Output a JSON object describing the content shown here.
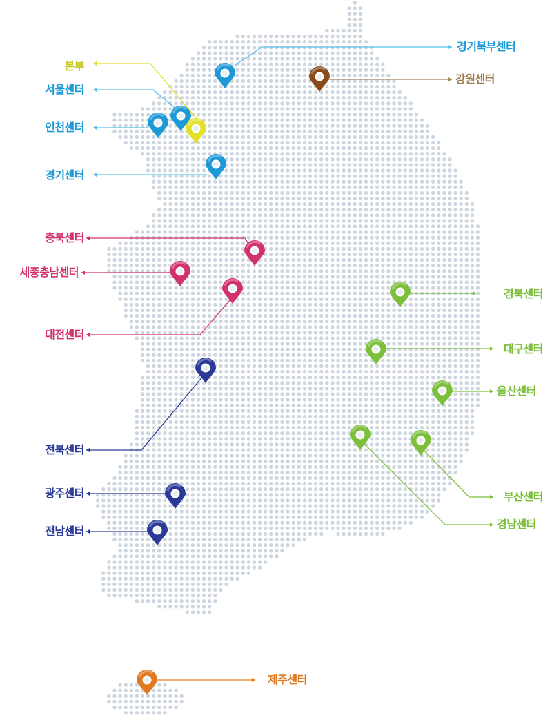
{
  "colors": {
    "dot": "#cdd6df",
    "blue": "#1d9ad6",
    "blue_line": "#5bc0eb",
    "yellow": "#e2e12a",
    "yellow_label": "#c8c51c",
    "brown": "#8b4a1c",
    "brown_label": "#9a7a4e",
    "magenta": "#d1316c",
    "navy": "#2a3a96",
    "green": "#7bbf3a",
    "orange": "#e07a20"
  },
  "centers": [
    {
      "name": "본부",
      "group": "yellow"
    },
    {
      "name": "서울센터",
      "group": "blue"
    },
    {
      "name": "인천센터",
      "group": "blue"
    },
    {
      "name": "경기센터",
      "group": "blue"
    },
    {
      "name": "경기북부센터",
      "group": "blue"
    },
    {
      "name": "강원센터",
      "group": "brown"
    },
    {
      "name": "충북센터",
      "group": "magenta"
    },
    {
      "name": "세종충남센터",
      "group": "magenta"
    },
    {
      "name": "대전센터",
      "group": "magenta"
    },
    {
      "name": "전북센터",
      "group": "navy"
    },
    {
      "name": "광주센터",
      "group": "navy"
    },
    {
      "name": "전남센터",
      "group": "navy"
    },
    {
      "name": "경북센터",
      "group": "green"
    },
    {
      "name": "대구센터",
      "group": "green"
    },
    {
      "name": "울산센터",
      "group": "green"
    },
    {
      "name": "부산센터",
      "group": "green"
    },
    {
      "name": "경남센터",
      "group": "green"
    },
    {
      "name": "제주센터",
      "group": "orange"
    }
  ]
}
